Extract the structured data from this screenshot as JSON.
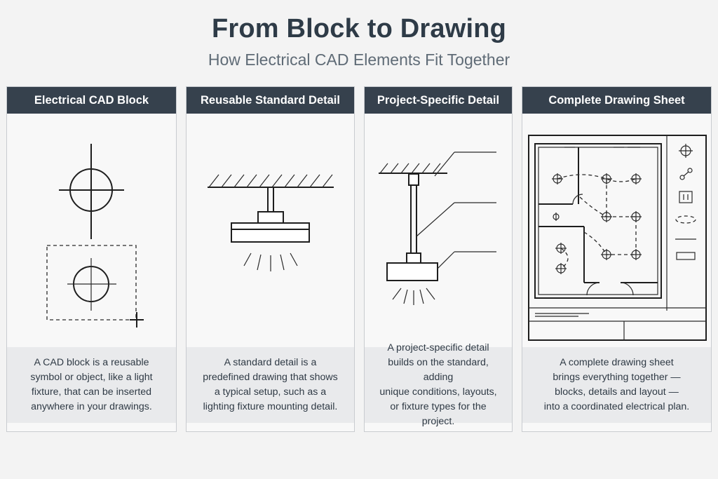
{
  "title": "From Block to Drawing",
  "subtitle": "How Electrical CAD Elements Fit Together",
  "panels": [
    {
      "header": "Electrical CAD Block",
      "description": [
        "A CAD block is a reusable",
        "symbol or object, like a light",
        "fixture, that can be inserted",
        "anywhere in your drawings."
      ]
    },
    {
      "header": "Reusable Standard Detail",
      "description": [
        "A standard detail is a",
        "predefined drawing that shows",
        "a typical setup, such as a",
        "lighting fixture mounting detail."
      ]
    },
    {
      "header": "Project-Specific Detail",
      "description": [
        "A project-specific detail",
        "builds on the standard, adding",
        "unique conditions, layouts,",
        "or fixture types for the project."
      ]
    },
    {
      "header": "Complete Drawing Sheet",
      "description": [
        "A complete drawing sheet",
        "brings everything together —",
        "blocks, details and layout —",
        "into a coordinated electrical plan."
      ]
    }
  ],
  "colors": {
    "header_bg": "#36414d",
    "description_bg": "#e9eaec",
    "page_bg": "#f3f3f3"
  }
}
